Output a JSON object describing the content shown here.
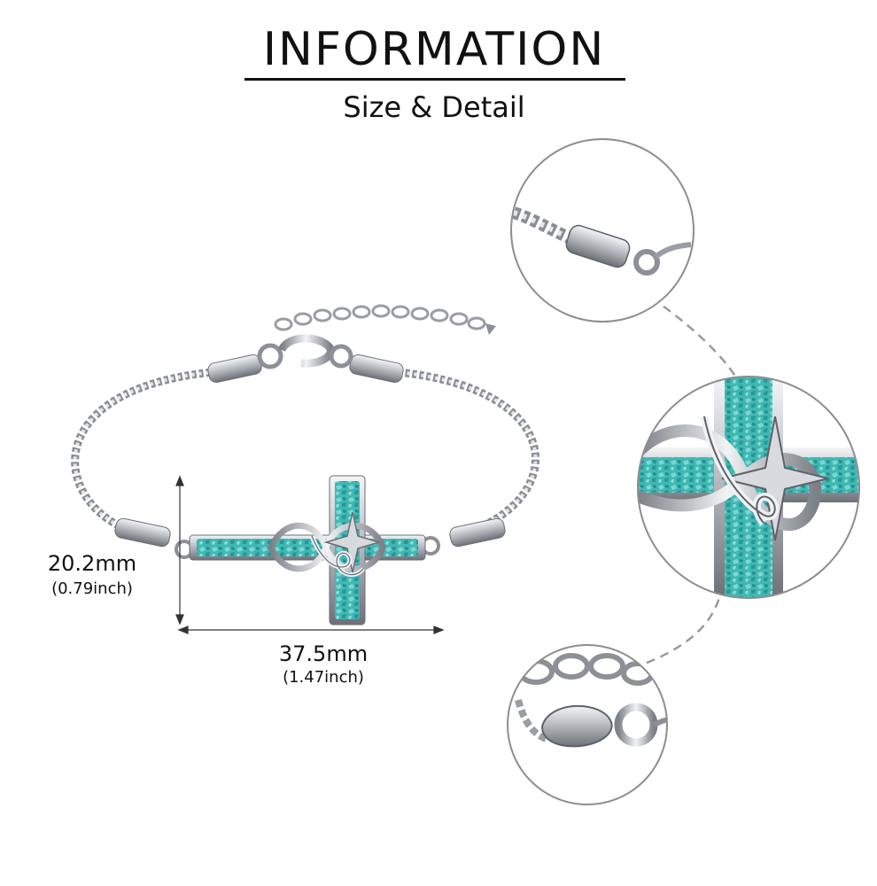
{
  "header": {
    "title": "INFORMATION",
    "subtitle": "Size & Detail"
  },
  "dimensions": {
    "height": {
      "value": "20.2mm",
      "inches": "(0.79inch)"
    },
    "width": {
      "value": "37.5mm",
      "inches": "(1.47inch)"
    }
  },
  "product": {
    "stone_color": "#3fb8b4",
    "metal_color": "#c9ccd1",
    "icons": [
      "bracelet-image",
      "detail-connector-icon",
      "detail-cross-icon",
      "detail-clasp-icon"
    ]
  }
}
